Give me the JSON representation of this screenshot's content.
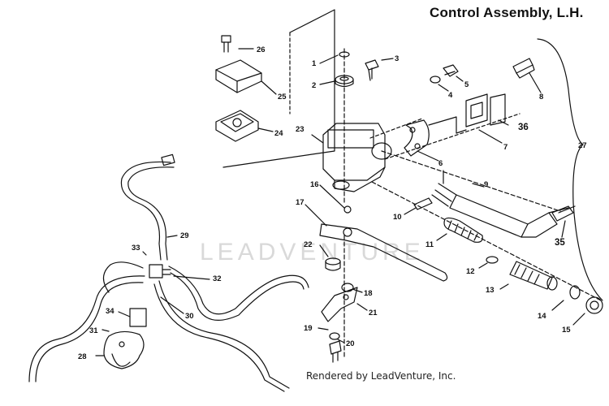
{
  "title": "Control Assembly, L.H.",
  "watermark": "LEADVENTURE",
  "footer": "Rendered by LeadVenture, Inc.",
  "callouts": {
    "c1": "1",
    "c2": "2",
    "c3": "3",
    "c4": "4",
    "c5": "5",
    "c6": "6",
    "c7": "7",
    "c8": "8",
    "c9": "9",
    "c10": "10",
    "c11": "11",
    "c12": "12",
    "c13": "13",
    "c14": "14",
    "c15": "15",
    "c16": "16",
    "c17": "17",
    "c18": "18",
    "c19": "19",
    "c20": "20",
    "c21": "21",
    "c22": "22",
    "c23": "23",
    "c24": "24",
    "c25": "25",
    "c26": "26",
    "c27": "27",
    "c28": "28",
    "c29": "29",
    "c30": "30",
    "c31": "31",
    "c32": "32",
    "c33": "33",
    "c34": "34",
    "c35": "35",
    "c36": "36"
  }
}
